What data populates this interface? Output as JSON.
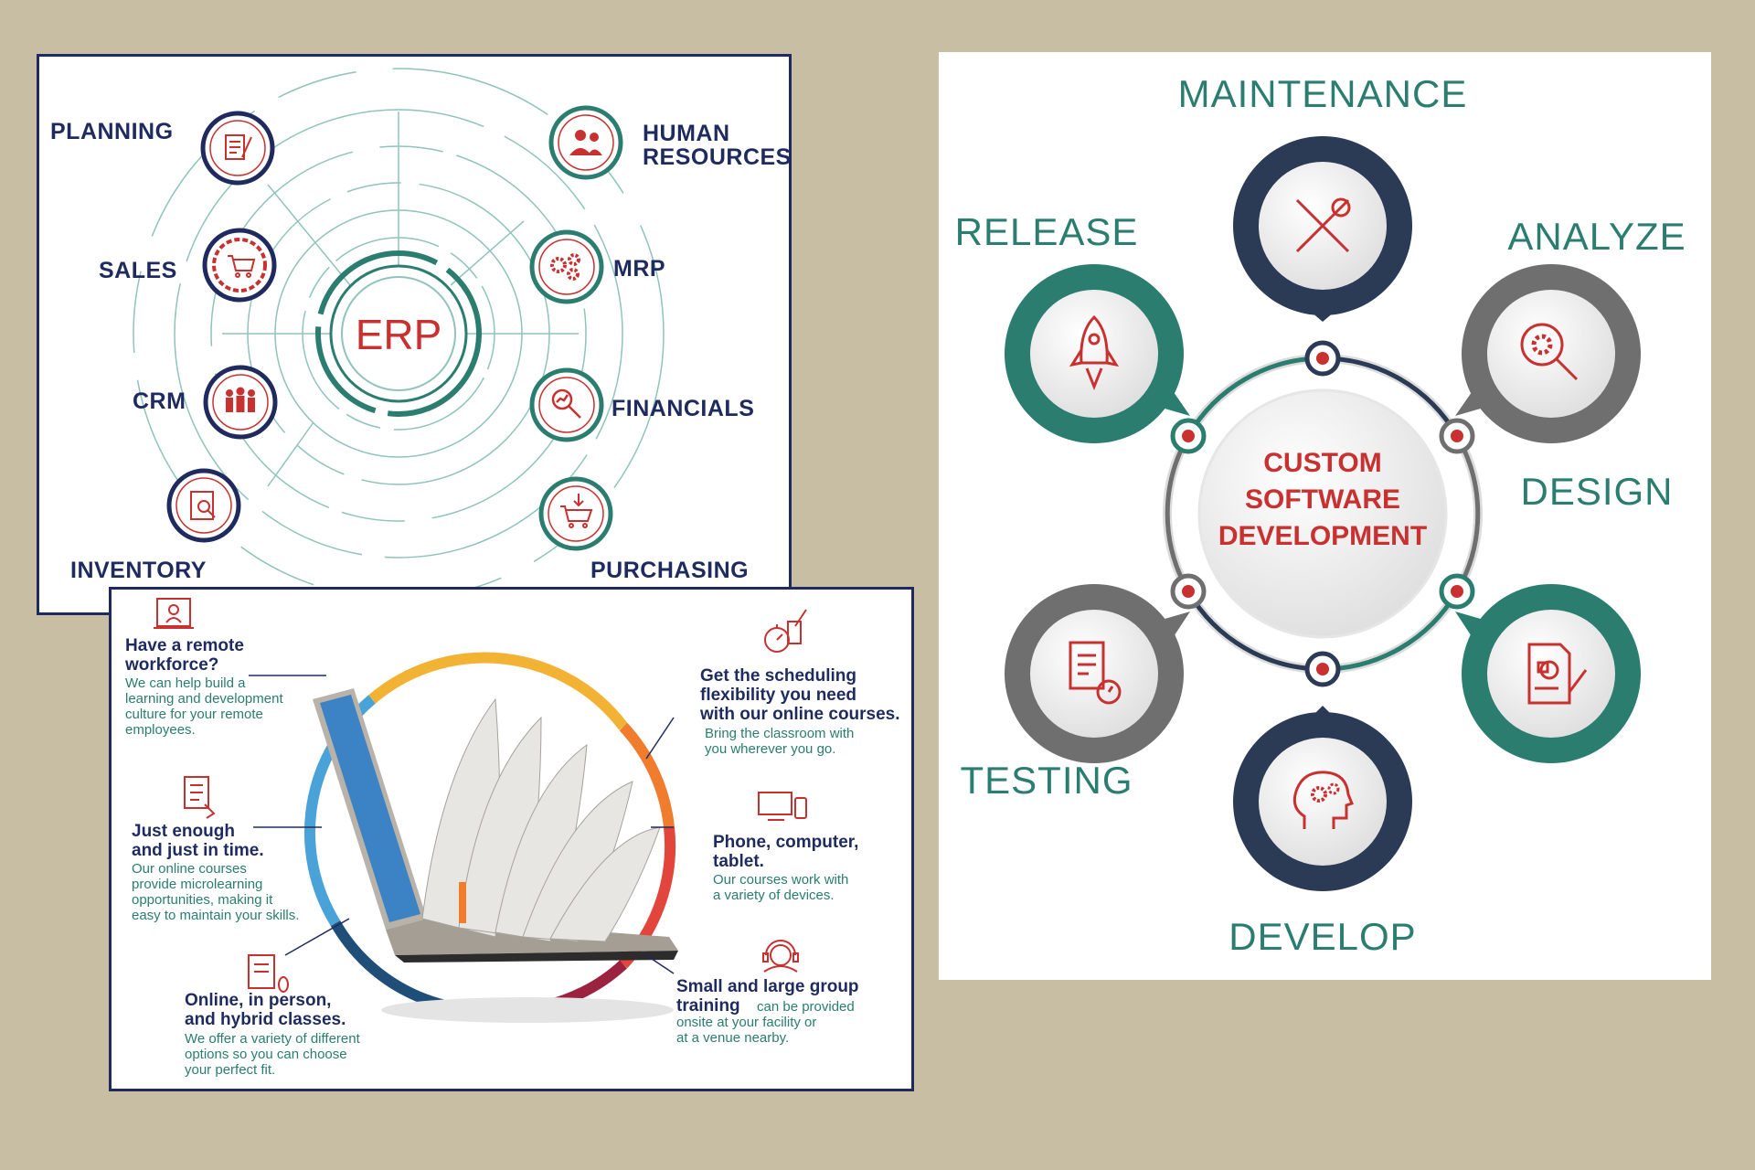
{
  "erp": {
    "center": "ERP",
    "modules": [
      {
        "label_lines": [
          "PLANNING"
        ],
        "icon": "document-pen-icon"
      },
      {
        "label_lines": [
          "SALES"
        ],
        "icon": "cart-gear-icon"
      },
      {
        "label_lines": [
          "CRM"
        ],
        "icon": "people-group-icon"
      },
      {
        "label_lines": [
          "INVENTORY"
        ],
        "icon": "clipboard-search-icon"
      },
      {
        "label_lines": [
          "HUMAN",
          "RESOURCES"
        ],
        "icon": "users-icon"
      },
      {
        "label_lines": [
          "MRP"
        ],
        "icon": "gears-icon"
      },
      {
        "label_lines": [
          "FINANCIALS"
        ],
        "icon": "chart-search-icon"
      },
      {
        "label_lines": [
          "PURCHASING"
        ],
        "icon": "cart-download-icon"
      }
    ],
    "colors": {
      "navy": "#1f2b5e",
      "teal": "#2a7d6f",
      "red": "#c8312f"
    }
  },
  "learning": {
    "items": [
      {
        "heading_lines": [
          "Have a remote",
          "workforce?"
        ],
        "body_lines": [
          "We can help build a",
          "learning and development",
          "culture for your remote",
          "employees."
        ],
        "icon": "remote-worker-icon"
      },
      {
        "heading_lines": [
          "Just enough",
          "and just in time."
        ],
        "body_lines": [
          "Our online courses",
          "provide microlearning",
          "opportunities, making it",
          "easy to maintain your skills."
        ],
        "icon": "checklist-hand-icon"
      },
      {
        "heading_lines": [
          "Online, in person,",
          "and hybrid classes."
        ],
        "body_lines": [
          "We offer a variety of different",
          "options so you can choose",
          "your perfect fit."
        ],
        "icon": "computer-mouse-icon"
      },
      {
        "heading_lines": [
          "Get the scheduling",
          "flexibility you need",
          "with our online courses."
        ],
        "body_lines": [
          "Bring the classroom with",
          "you wherever you go."
        ],
        "icon": "stopwatch-pen-icon"
      },
      {
        "heading_lines": [
          "Phone, computer,",
          "tablet."
        ],
        "body_lines": [
          "Our courses work with",
          "a variety of devices."
        ],
        "icon": "devices-icon"
      },
      {
        "heading_lines": [
          "Small and large group",
          "training"
        ],
        "heading_tail": "can be provided",
        "body_lines": [
          "onsite at your facility or",
          "at a venue nearby."
        ],
        "icon": "headset-icon"
      }
    ],
    "ring_colors": [
      "#f2b233",
      "#ef7d2d",
      "#e2453c",
      "#9c2340",
      "#1f4e79",
      "#4aa3d8"
    ]
  },
  "sdlc": {
    "center_lines": [
      "CUSTOM",
      "SOFTWARE",
      "DEVELOPMENT"
    ],
    "stages": [
      {
        "label": "MAINTENANCE",
        "icon": "wrench-screwdriver-icon"
      },
      {
        "label": "ANALYZE",
        "icon": "gear-magnifier-icon"
      },
      {
        "label": "DESIGN",
        "icon": "document-pencil-icon"
      },
      {
        "label": "DEVELOP",
        "icon": "head-gears-icon"
      },
      {
        "label": "TESTING",
        "icon": "clipboard-stopwatch-icon"
      },
      {
        "label": "RELEASE",
        "icon": "rocket-icon"
      }
    ],
    "colors": {
      "teal": "#2a7d6f",
      "navy": "#2b3a55",
      "grey": "#6f6f6f",
      "red": "#c8312f"
    }
  }
}
